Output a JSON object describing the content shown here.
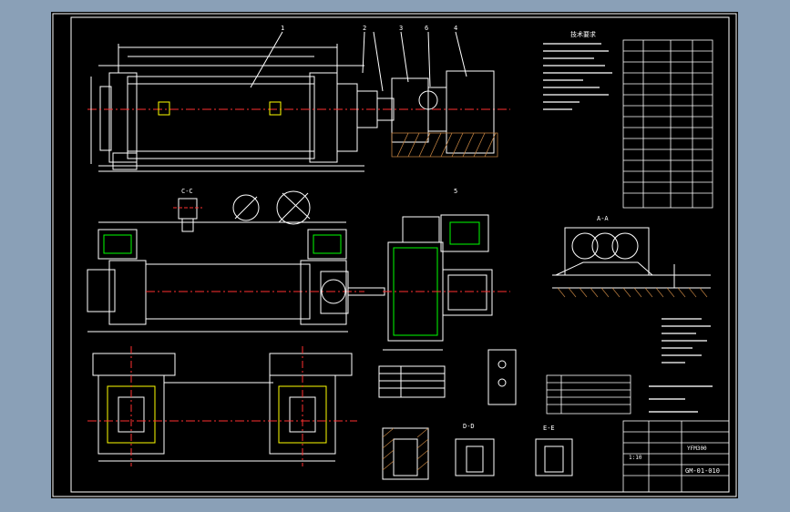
{
  "colors": {
    "app_background": "#8aa0b7",
    "sheet": "#000000",
    "line": "#ffffff",
    "accent_yellow": "#ffff00",
    "accent_green": "#00ff00",
    "accent_cyan": "#00ffff",
    "accent_red": "#ff3030",
    "hatch": "#c08040"
  },
  "section_labels": {
    "section_c": "C-C",
    "section_a": "A-A",
    "section_d": "D-D",
    "section_e": "E-E"
  },
  "leader_numbers": [
    "1",
    "2",
    "3",
    "4",
    "5",
    "6"
  ],
  "notes_title": "技术要求",
  "title_block": {
    "drawing_number": "GM-01-010",
    "part_note": "YFM300",
    "scale_label": "1:10"
  }
}
